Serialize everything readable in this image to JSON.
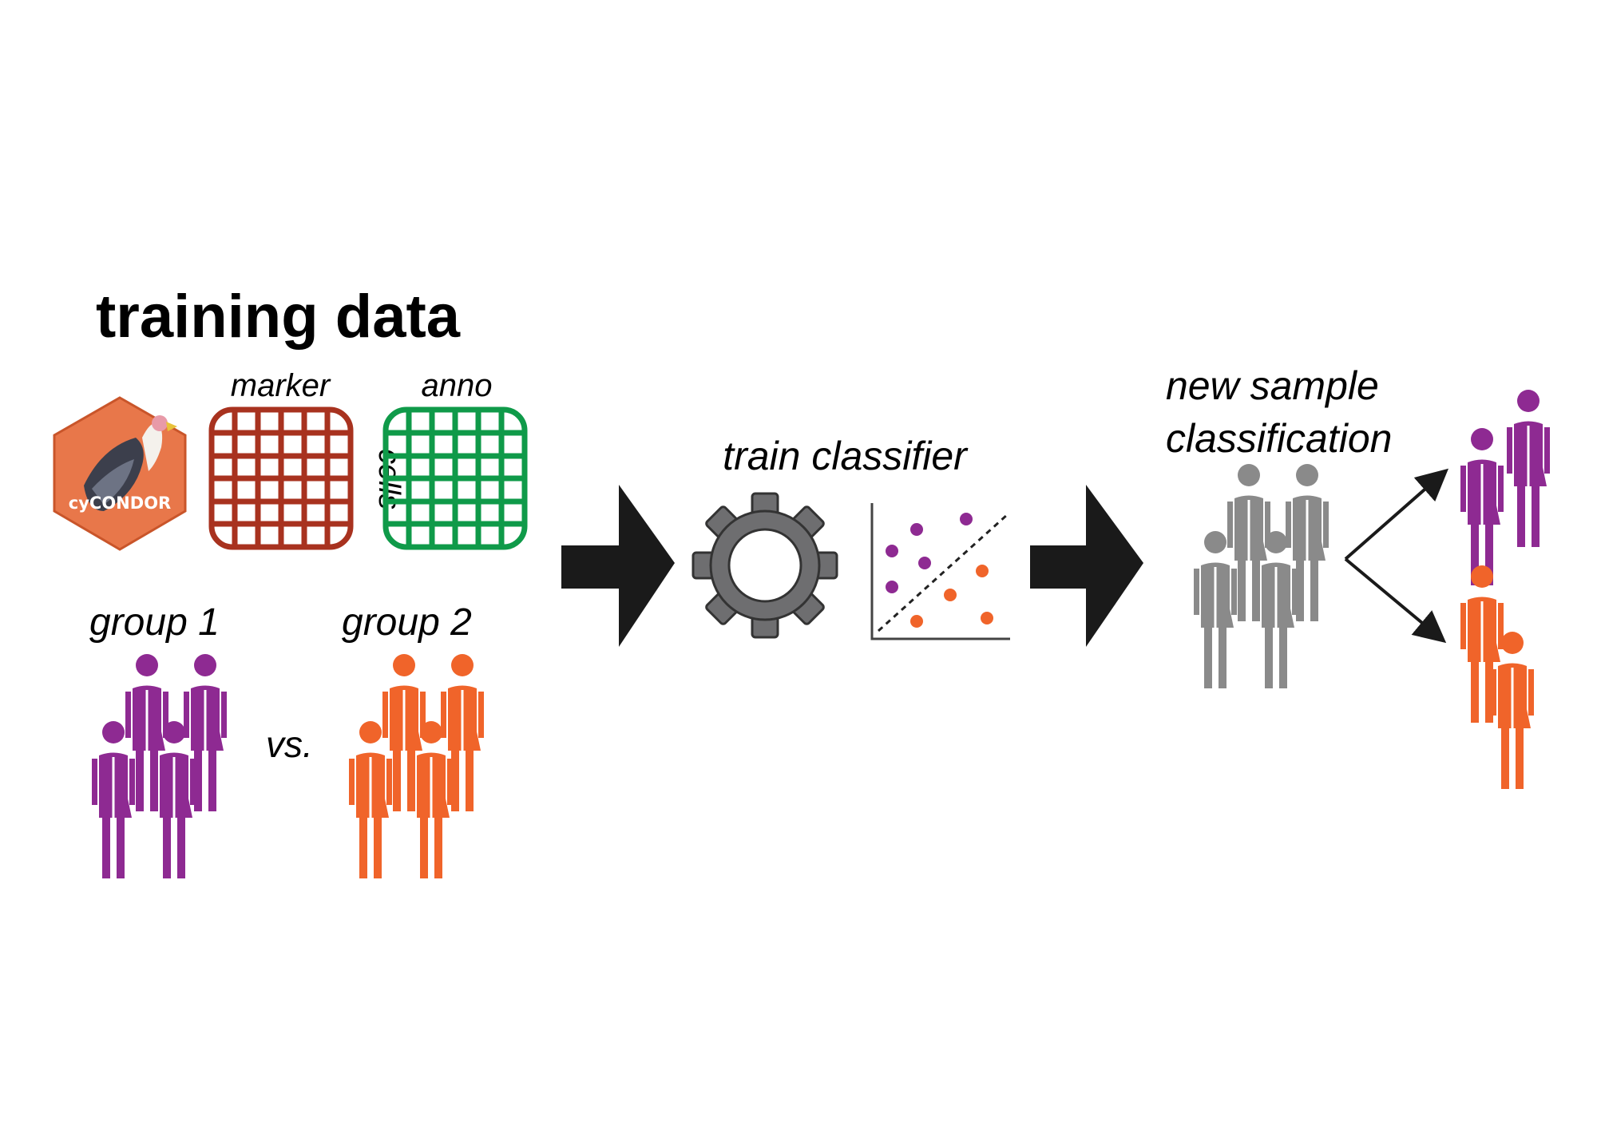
{
  "title": "training data",
  "labels": {
    "marker": "marker",
    "anno": "anno",
    "cells": "cells",
    "group1": "group 1",
    "group2": "group 2",
    "vs": "vs.",
    "train": "train classifier",
    "new_sample_line1": "new sample",
    "new_sample_line2": "classification"
  },
  "logo": {
    "text": "cyCONDOR",
    "icon": "condor-hexagon-logo"
  },
  "colors": {
    "group1": "#8e2a92",
    "group2": "#f0642a",
    "unknown": "#8a8a8a",
    "marker_grid": "#a8321f",
    "anno_grid": "#0f9a49",
    "logo_bg": "#e8774a",
    "arrow": "#1a1a1a",
    "gear": "#6e6e70"
  }
}
